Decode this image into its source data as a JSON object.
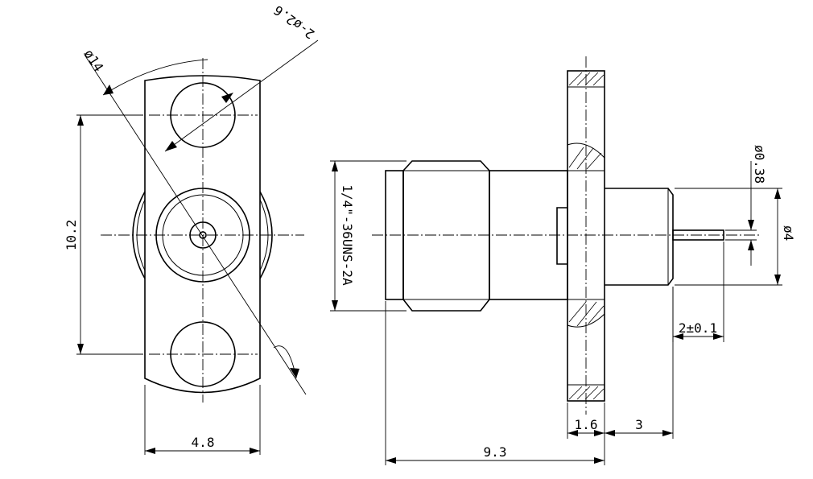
{
  "dimensions": {
    "d_bolt_circle": "ø14",
    "d_mount_holes": "2-ø2.6",
    "hole_spacing": "10.2",
    "flange_width": "4.8",
    "thread_spec": "1/4\"-36UNS-2A",
    "d_pin": "ø0.38",
    "d_body": "ø4",
    "pin_protrusion": "2±0.1",
    "flange_thickness": "1.6",
    "body_length": "3",
    "overall_length": "9.3"
  }
}
